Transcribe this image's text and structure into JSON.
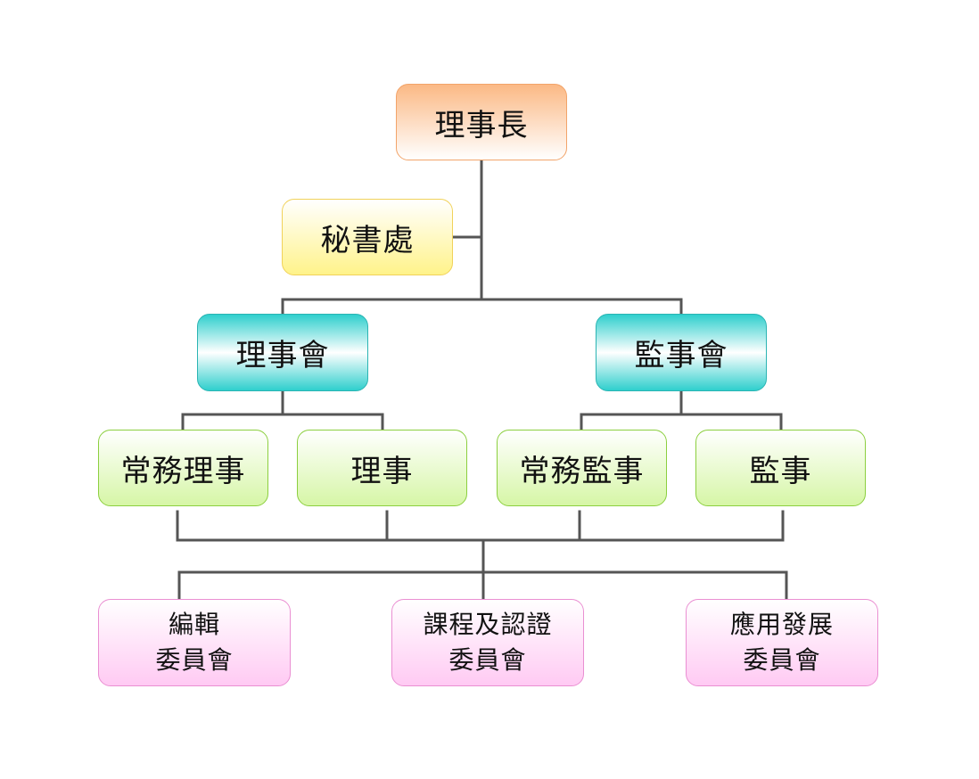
{
  "nodes": {
    "chairman": "理事長",
    "secretariat": "秘書處",
    "board_of_directors": "理事會",
    "board_of_supervisors": "監事會",
    "standing_directors": "常務理事",
    "directors": "理事",
    "standing_supervisors": "常務監事",
    "supervisors": "監事",
    "editorial_committee": {
      "line1": "編輯",
      "line2": "委員會"
    },
    "course_certification_committee": {
      "line1": "課程及認證",
      "line2": "委員會"
    },
    "application_development_committee": {
      "line1": "應用發展",
      "line2": "委員會"
    }
  },
  "colors": {
    "connector": "#555555",
    "chairman": "#fbb985",
    "secretariat": "#fff38a",
    "councils": "#2fcfcd",
    "members": "#d6f6a6",
    "committees": "#ffcaf3"
  }
}
